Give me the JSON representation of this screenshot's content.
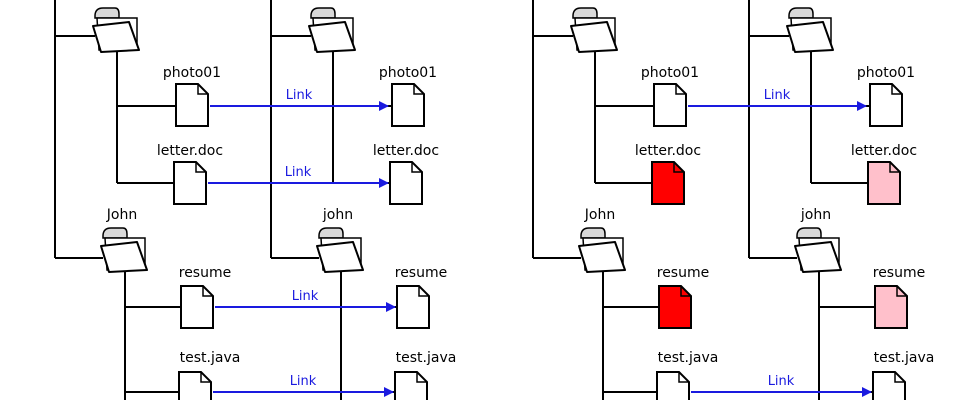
{
  "colors": {
    "line": "#000000",
    "link": "#1a1adf",
    "file_default": "#ffffff",
    "file_red": "#ff0000",
    "file_pink": "#ffc0cb",
    "folder_tab": "#d9d9d9"
  },
  "diagrams": [
    {
      "id": "hard-links",
      "left": {
        "files": [
          {
            "label": "photo01",
            "fill": "white"
          },
          {
            "label": "letter.doc",
            "fill": "white"
          }
        ],
        "john_folder": {
          "label": "John"
        },
        "john_files": [
          {
            "label": "resume",
            "fill": "white"
          },
          {
            "label": "test.java",
            "fill": "white"
          }
        ]
      },
      "right": {
        "files": [
          {
            "label": "photo01",
            "fill": "white"
          },
          {
            "label": "letter.doc",
            "fill": "white"
          }
        ],
        "john_folder": {
          "label": "john"
        },
        "john_files": [
          {
            "label": "resume",
            "fill": "white"
          },
          {
            "label": "test.java",
            "fill": "white"
          }
        ]
      },
      "links": [
        "Link",
        "Link",
        "Link",
        "Link"
      ]
    },
    {
      "id": "partial-links",
      "left": {
        "files": [
          {
            "label": "photo01",
            "fill": "white"
          },
          {
            "label": "letter.doc",
            "fill": "red"
          }
        ],
        "john_folder": {
          "label": "John"
        },
        "john_files": [
          {
            "label": "resume",
            "fill": "red"
          },
          {
            "label": "test.java",
            "fill": "white"
          }
        ]
      },
      "right": {
        "files": [
          {
            "label": "photo01",
            "fill": "white"
          },
          {
            "label": "letter.doc",
            "fill": "pink"
          }
        ],
        "john_folder": {
          "label": "john"
        },
        "john_files": [
          {
            "label": "resume",
            "fill": "pink"
          },
          {
            "label": "test.java",
            "fill": "white"
          }
        ]
      },
      "links": [
        "Link",
        "",
        "",
        "Link"
      ]
    }
  ]
}
